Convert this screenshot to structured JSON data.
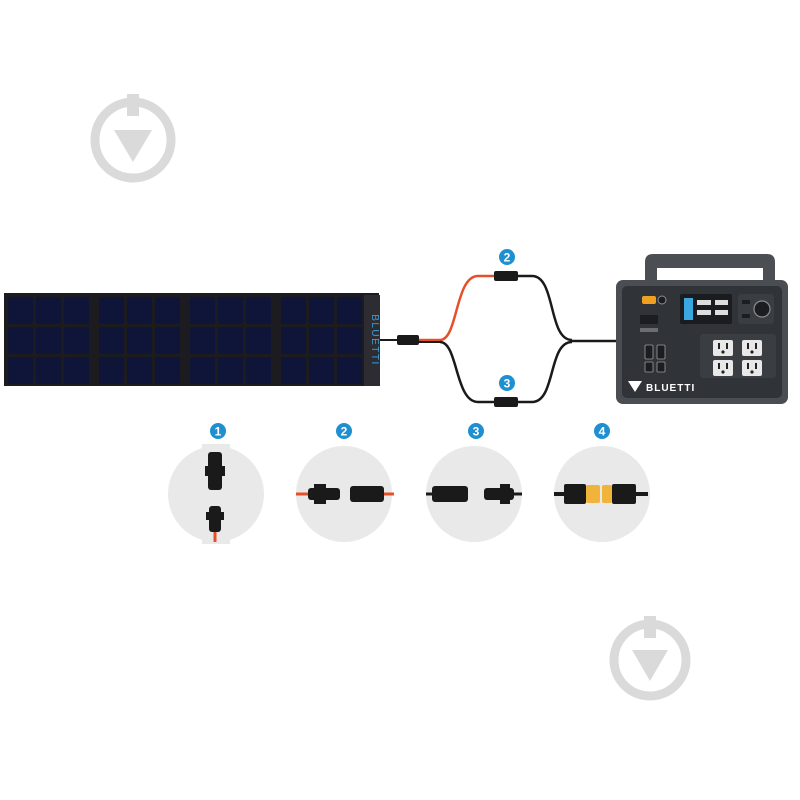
{
  "panel": {
    "brand": "BLUETTI",
    "colors": {
      "frame": "#1a1a1f",
      "cell": "#0f1538",
      "tab": "#2b2b31",
      "tab_text": "#3aa2dc"
    }
  },
  "callouts": {
    "top_number": "2",
    "bottom_number": "3",
    "color": "#1e8fd0"
  },
  "cables": {
    "red": "#e5502a",
    "black": "#1a1a1a"
  },
  "station": {
    "brand": "BLUETTI",
    "colors": {
      "body": "#4a4d52",
      "face": "#2f3236",
      "handle": "#4b4e53",
      "screen": "#3aa7e0",
      "amber": "#f0a020"
    }
  },
  "connectors": [
    {
      "number": "1"
    },
    {
      "number": "2"
    },
    {
      "number": "3"
    },
    {
      "number": "4"
    }
  ],
  "connector_colors": {
    "circle": "#e9e9ea",
    "badge": "#1e8fd0",
    "xt_yellow": "#f0b43a"
  },
  "watermark": {
    "icon": "download-arrow-icon",
    "color": "#d9d9d9"
  }
}
